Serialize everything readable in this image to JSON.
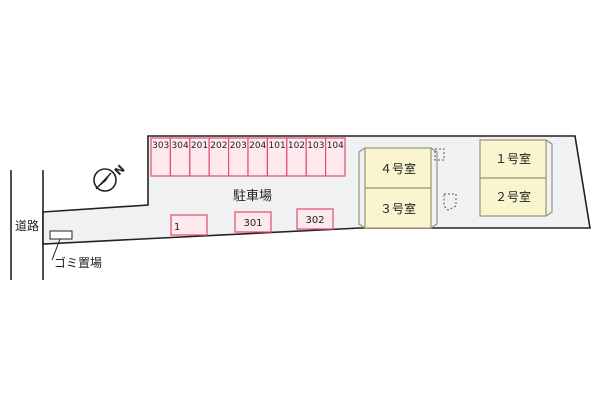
{
  "road_label": "道路",
  "garbage_label": "ゴミ置場",
  "parking_label": "駐車場",
  "parking_top_row": [
    "303",
    "304",
    "201",
    "202",
    "203",
    "204",
    "101",
    "102",
    "103",
    "104"
  ],
  "parking_bottom": [
    "1",
    "301",
    "302"
  ],
  "rooms": {
    "room4": "４号室",
    "room3": "３号室",
    "room1": "１号室",
    "room2": "２号室"
  },
  "colors": {
    "site_fill": "#f0f1f3",
    "outline": "#222222",
    "parking_stroke": "#e0506a",
    "parking_fill": "#fde9ee",
    "building_fill": "#f8f5cf",
    "building_stroke": "#9a9478",
    "north_arrow": "#222222"
  },
  "icons": {
    "north_arrow": "north-arrow-icon"
  }
}
